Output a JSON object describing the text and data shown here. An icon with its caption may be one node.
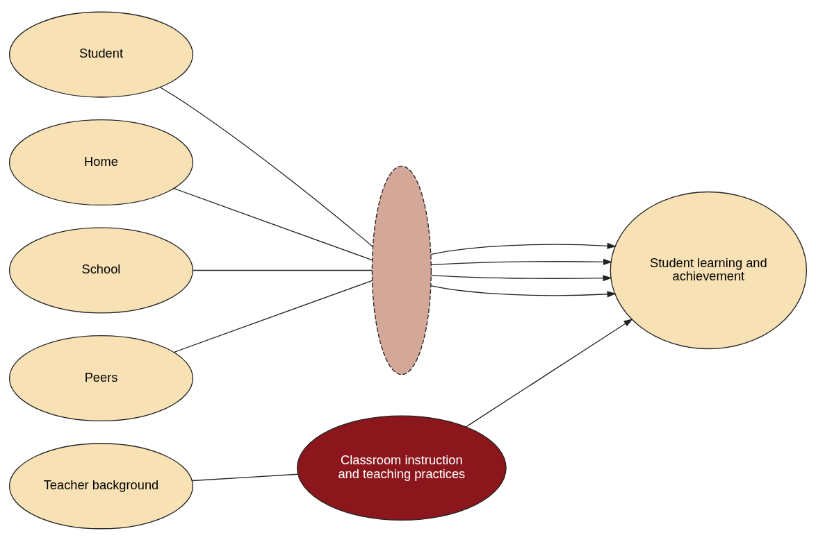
{
  "diagram": {
    "nodes": [
      {
        "text": [
          "Student"
        ]
      },
      {
        "text": [
          "Home"
        ]
      },
      {
        "text": [
          "Teacher background"
        ]
      },
      {
        "text": [
          "School"
        ]
      },
      {
        "text": [
          "Peers"
        ]
      },
      {
        "text": [],
        "shape": "ellipse"
      },
      {
        "text": [
          "Classroom instruction and teaching practices"
        ]
      },
      {
        "text": [
          "Student learning and achievement"
        ]
      }
    ],
    "edges": [
      {
        "from": 0,
        "to": 5,
        "arrow": "none"
      },
      {
        "from": 1,
        "to": 5,
        "arrow": "none"
      },
      {
        "from": 2,
        "to": 6,
        "arrow": "none"
      },
      {
        "from": 3,
        "to": 5,
        "arrow": "none"
      },
      {
        "from": 4,
        "to": 5,
        "arrow": "none"
      },
      {
        "from": 5,
        "to": 7,
        "arrow": "to"
      },
      {
        "from": 5,
        "to": 7,
        "arrow": "to"
      },
      {
        "from": 6,
        "to": 7,
        "arrow": "to"
      },
      {
        "from": 5,
        "to": 7,
        "arrow": "to"
      },
      {
        "from": 5,
        "to": 7,
        "arrow": "to"
      }
    ]
  }
}
